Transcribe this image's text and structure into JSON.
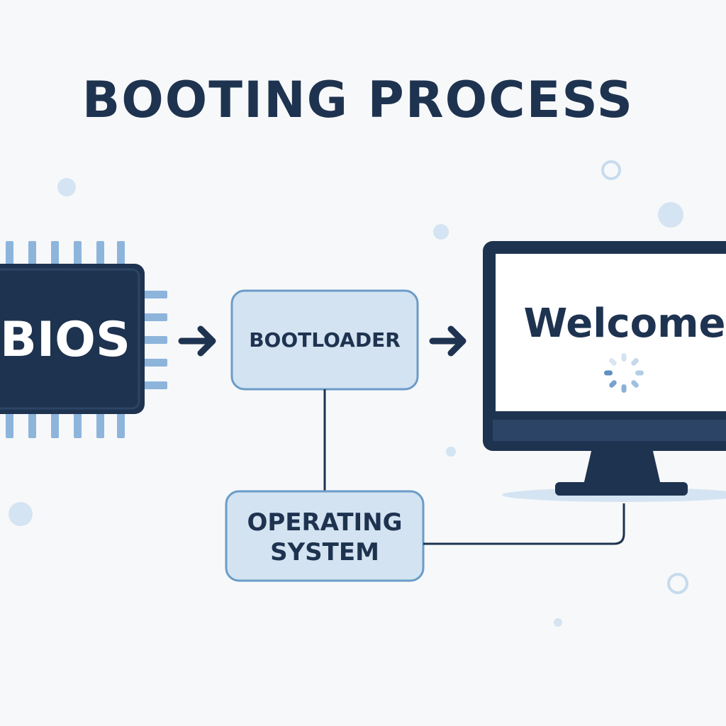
{
  "title": "BOOTING PROCESS",
  "nodes": {
    "bios": {
      "label": "BIOS"
    },
    "bootloader": {
      "label": "BOOTLOADER"
    },
    "os": {
      "label": "OPERATING\nSYSTEM"
    },
    "monitor": {
      "screen_text": "Welcome"
    }
  },
  "colors": {
    "dark": "#1e3350",
    "box_fill": "#d3e3f1",
    "box_stroke": "#6b9cc9",
    "pin": "#8db5dc",
    "dot": "#d4e4f2",
    "background": "#f7f8f9"
  },
  "icons": {
    "arrow_1": "arrow-right-icon",
    "arrow_2": "arrow-right-icon",
    "spinner": "loading-spinner-icon"
  }
}
